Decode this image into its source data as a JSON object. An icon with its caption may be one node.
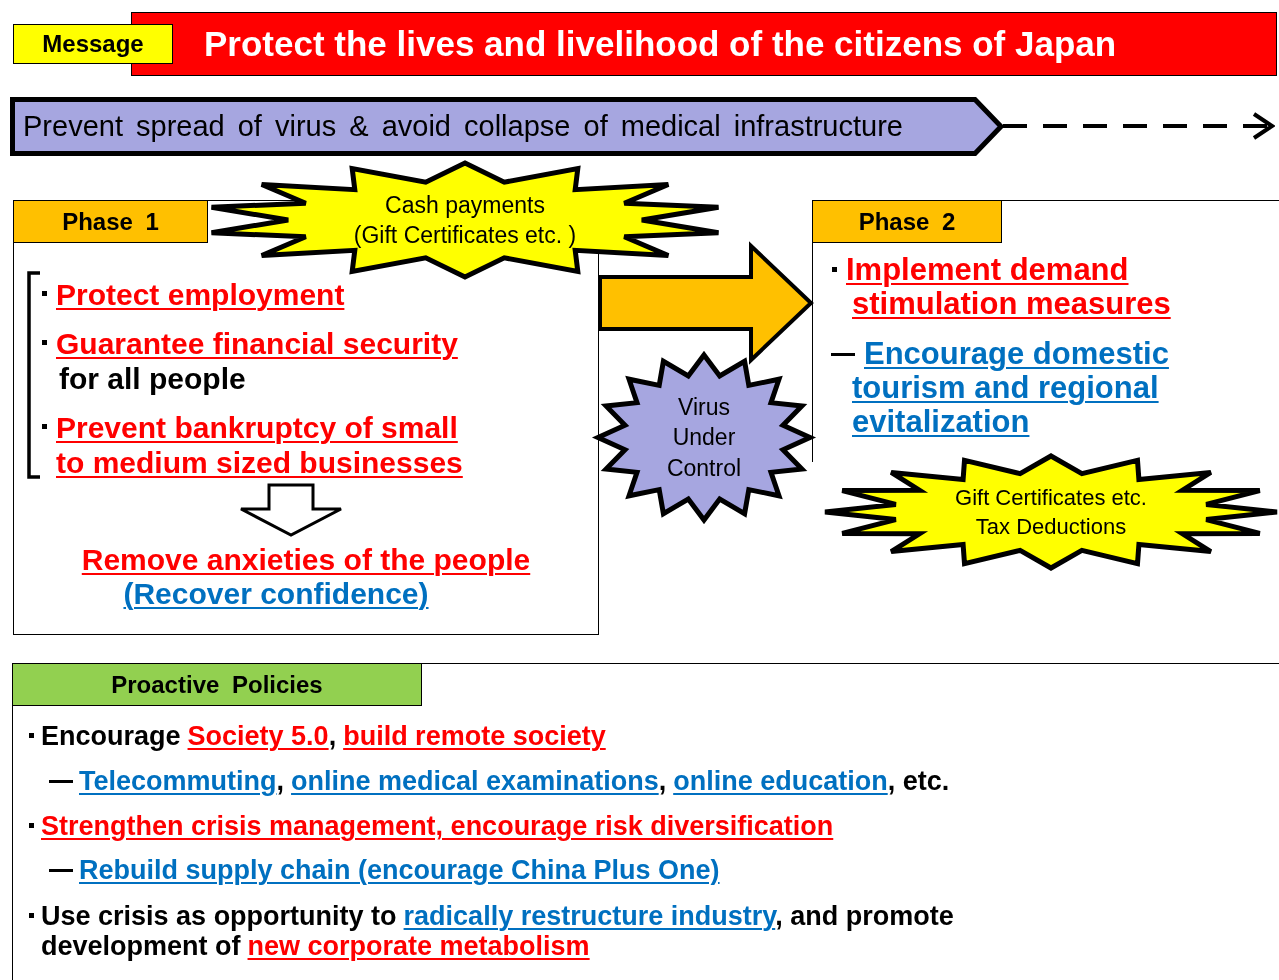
{
  "diagram": {
    "nodes": [
      {
        "text": [
          "Message"
        ]
      },
      {
        "text": [
          "Protect the lives and livelihood of the citizens of Japan"
        ]
      },
      {
        "text": [
          "Prevent spread of virus & avoid collapse of medical infrastructure"
        ]
      },
      {
        "text": [
          "Phase 1"
        ]
      },
      {
        "text": [
          "Cash payments",
          "(Gift Certificates etc. )"
        ]
      },
      {
        "text": [
          "Protect employment",
          "Guarantee financial security",
          "for all people",
          "Prevent bankruptcy of small to medium sized businesses"
        ],
        "in": 3
      },
      {
        "text": [
          "Remove anxieties of the people",
          "(Recover confidence)"
        ],
        "in": 3
      },
      {
        "text": [
          "Phase 2"
        ]
      },
      {
        "text": [
          "Implement demand stimulation measures",
          "Encourage domestic tourism and regional evitalization"
        ],
        "in": 7
      },
      {
        "text": [
          "Gift Certificates etc.",
          "Tax Deductions"
        ]
      },
      {
        "text": [
          "Virus Under Control"
        ]
      },
      {
        "text": [
          "Proactive Policies",
          "Encourage",
          "Society 5.0",
          ",",
          "build remote society",
          "Telecommuting",
          ",",
          "online medical examinations",
          ",",
          "online education",
          ", etc.",
          "Strengthen crisis management, encourage risk diversification",
          "Rebuild supply chain (encourage China Plus One)",
          "Use crisis as opportunity to",
          "radically restructure industry",
          ", and promote development of",
          "new corporate metabolism"
        ]
      }
    ],
    "edges": [
      {
        "from": 2,
        "to": null,
        "arrow": "to",
        "style": "dashed"
      },
      {
        "from": 5,
        "to": 6,
        "arrow": "to",
        "style": "thick"
      },
      {
        "from": 3,
        "to": 7,
        "arrow": "to",
        "style": "thick",
        "color": "#ffc000"
      }
    ]
  }
}
